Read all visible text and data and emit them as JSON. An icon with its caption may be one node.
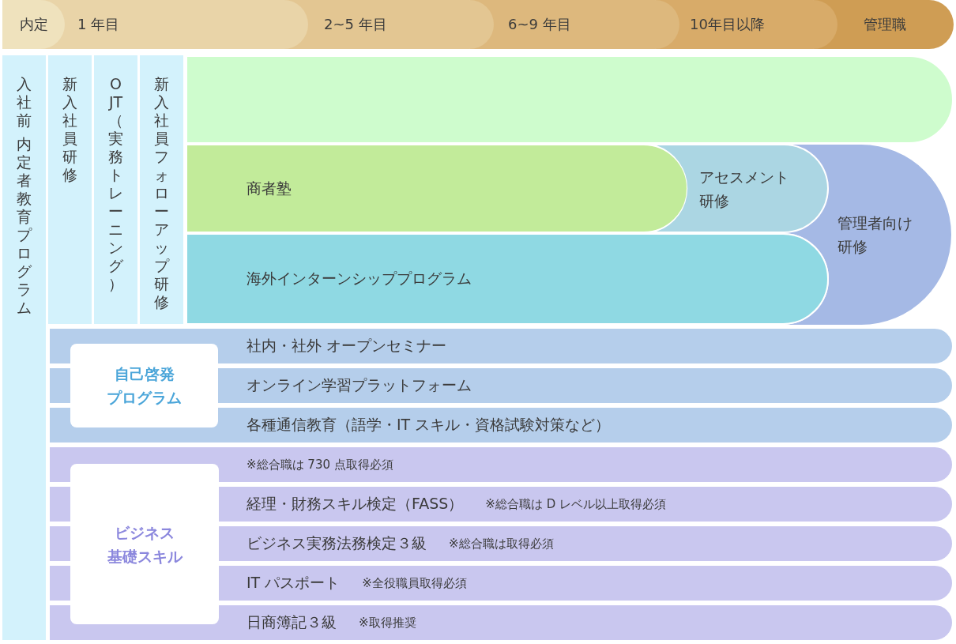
{
  "diagram": {
    "nodes": [
      {
        "text": [
          "内定"
        ]
      },
      {
        "text": [
          "1 年目"
        ]
      },
      {
        "text": [
          "2~5 年目"
        ]
      },
      {
        "text": [
          "6~9 年目"
        ]
      },
      {
        "text": [
          "10年目以降"
        ]
      },
      {
        "text": [
          "管理職"
        ]
      },
      {
        "text": [
          "入社前",
          "内定者教育プログラム"
        ]
      },
      {
        "text": [
          "新入社員研修"
        ]
      },
      {
        "text": [
          "OJT（実務トレーニング）"
        ]
      },
      {
        "text": [
          "新入社員フォローアップ研修"
        ]
      },
      {
        "text": [],
        "shape": "band"
      },
      {
        "text": [
          "商者塾"
        ]
      },
      {
        "text": [
          "アセスメント研修"
        ]
      },
      {
        "text": [
          "管理者向け研修"
        ]
      },
      {
        "text": [
          "海外インターンシッププログラム"
        ]
      },
      {
        "text": [
          "自己啓発プログラム"
        ]
      },
      {
        "text": [
          "社内・社外 オープンセミナー"
        ]
      },
      {
        "text": [
          "オンライン学習プラットフォーム"
        ]
      },
      {
        "text": [
          "各種通信教育（語学・IT スキル・資格試験対策など）"
        ]
      },
      {
        "text": [
          "ビジネス基礎スキル"
        ]
      },
      {
        "text": [
          "※総合職は 730 点取得必須"
        ]
      },
      {
        "text": [
          "経理・財務スキル検定（FASS）",
          "※総合職は D レベル以上取得必須"
        ]
      },
      {
        "text": [
          "ビジネス実務法務検定３級",
          "※総合職は取得必須"
        ]
      },
      {
        "text": [
          "IT パスポート",
          "※全役職員取得必須"
        ]
      },
      {
        "text": [
          "日商簿記３級",
          "※取得推奨"
        ]
      }
    ]
  }
}
